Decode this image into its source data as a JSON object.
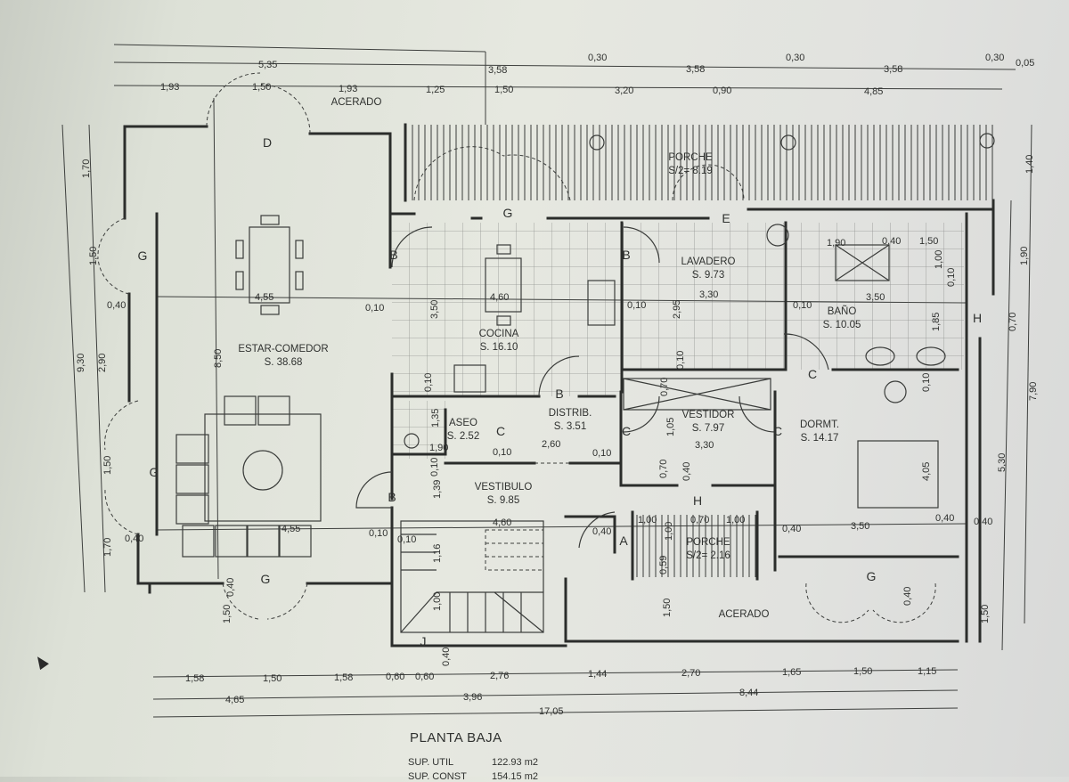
{
  "plan": {
    "title": "PLANTA BAJA",
    "sup_util_label": "SUP. UTIL",
    "sup_util_value": "122.93 m2",
    "sup_const_label": "SUP. CONST",
    "sup_const_value": "154.15 m2"
  },
  "rooms": [
    {
      "name": "ESTAR-COMEDOR",
      "area": "S. 38.68"
    },
    {
      "name": "COCINA",
      "area": "S. 16.10"
    },
    {
      "name": "LAVADERO",
      "area": "S. 9.73"
    },
    {
      "name": "BAÑO",
      "area": "S. 10.05"
    },
    {
      "name": "DORMT.",
      "area": "S. 14.17"
    },
    {
      "name": "ASEO",
      "area": "S. 2.52"
    },
    {
      "name": "DISTRIB.",
      "area": "S. 3.51"
    },
    {
      "name": "VESTIDOR",
      "area": "S. 7.97"
    },
    {
      "name": "VESTIBULO",
      "area": "S. 9.85"
    },
    {
      "name": "PORCHE",
      "area": "S/2= 8.19"
    },
    {
      "name": "PORCHE",
      "area": "S/2= 2.16"
    }
  ],
  "labels": [
    "ACERADO",
    "ACERADO"
  ],
  "door_marks": [
    "D",
    "G",
    "G",
    "G",
    "G",
    "E",
    "B",
    "B",
    "B",
    "B",
    "C",
    "C",
    "C",
    "C",
    "H",
    "H",
    "A",
    "G",
    "J"
  ],
  "dimensions": [
    "5,35",
    "3,58",
    "0,30",
    "3,58",
    "0,30",
    "3,58",
    "0,30",
    "0,05",
    "1,93",
    "1,50",
    "1,93",
    "1,25",
    "1,50",
    "3,20",
    "0,90",
    "4,85",
    "1,70",
    "1,50",
    "0,40",
    "9,30",
    "2,90",
    "8,50",
    "1,50",
    "0,40",
    "1,70",
    "1,50",
    "0,40",
    "1,40",
    "1,90",
    "0,70",
    "7,90",
    "5,30",
    "0,40",
    "1,50",
    "4,55",
    "4,55",
    "0,10",
    "0,10",
    "4,60",
    "3,50",
    "3,30",
    "2,95",
    "0,10",
    "0,10",
    "1,90",
    "0,40",
    "1,50",
    "3,50",
    "1,00",
    "0,10",
    "1,85",
    "0,10",
    "4,05",
    "3,50",
    "0,40",
    "0,40",
    "0,40",
    "1,35",
    "1,90",
    "0,10",
    "0,10",
    "2,60",
    "0,10",
    "3,30",
    "0,70",
    "0,10",
    "1,05",
    "0,70",
    "0,40",
    "4,60",
    "0,10",
    "1,39",
    "0,10",
    "1,16",
    "1,00",
    "0,40",
    "1,00",
    "0,70",
    "1,00",
    "0,40",
    "1,00",
    "0,59",
    "1,50",
    "1,58",
    "1,50",
    "1,58",
    "0,60",
    "0,60",
    "2,76",
    "1,44",
    "2,70",
    "1,65",
    "1,50",
    "1,15",
    "4,65",
    "3,96",
    "8,44",
    "17,05"
  ]
}
